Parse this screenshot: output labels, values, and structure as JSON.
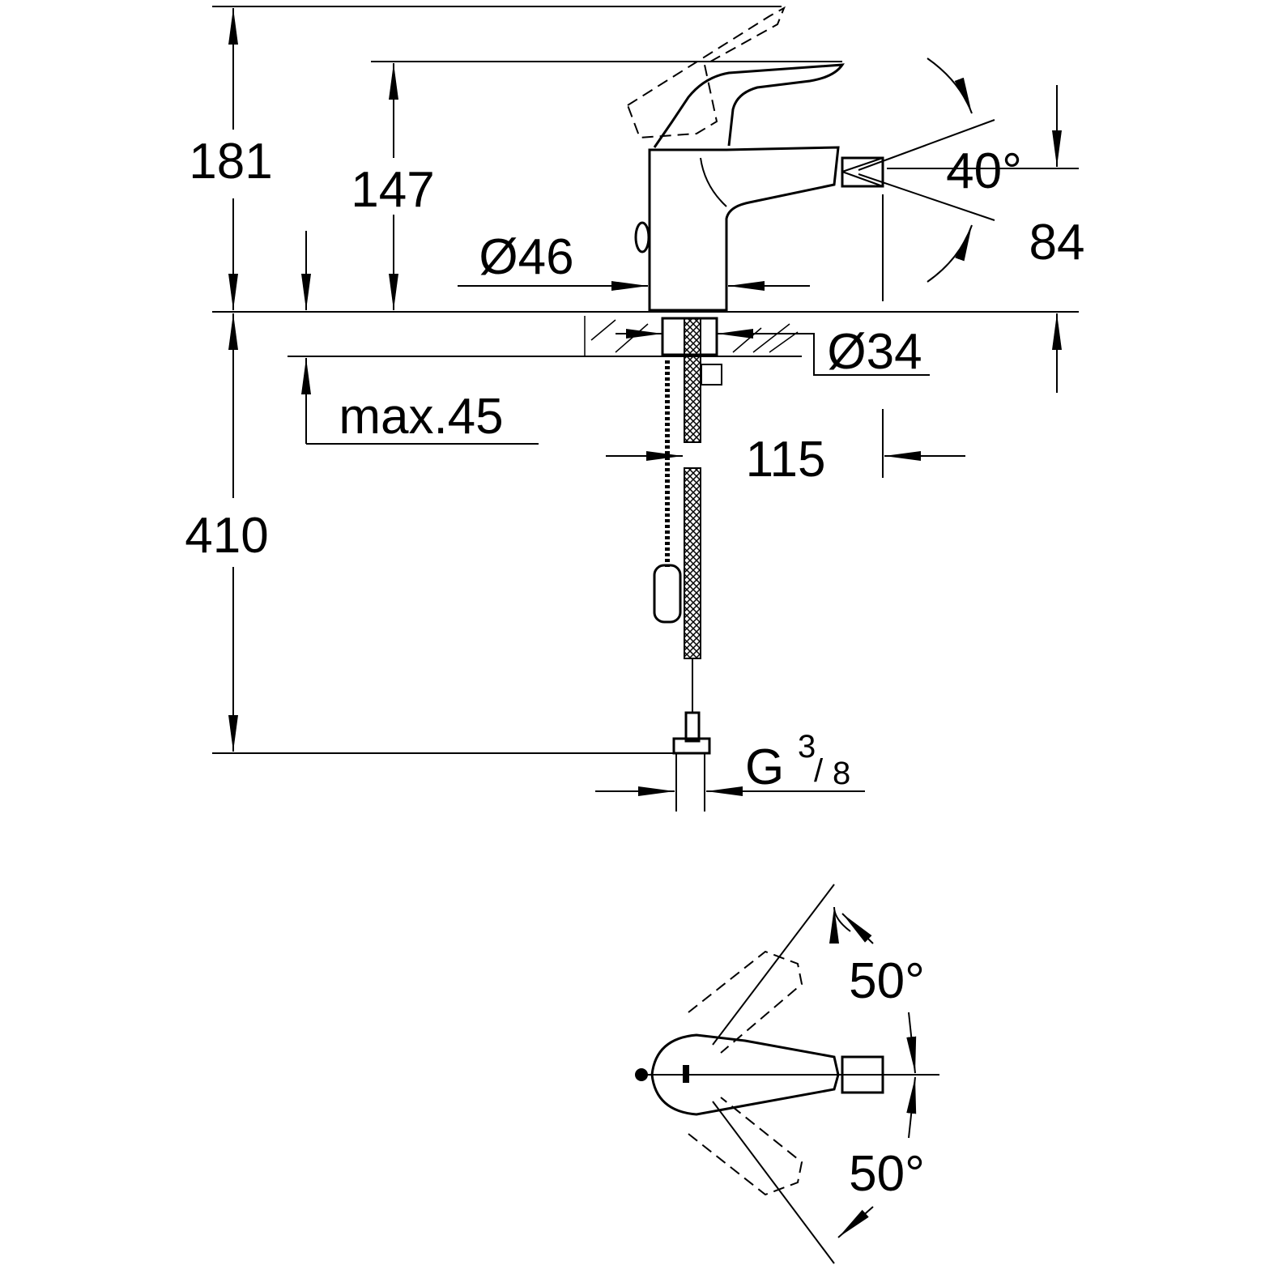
{
  "dimensions": {
    "total_height": "181",
    "spout_height": "147",
    "body_diameter": "Ø46",
    "spray_angle": "40°",
    "outlet_height": "84",
    "hole_diameter": "Ø34",
    "max_deck_thickness": "max.45",
    "spout_reach": "115",
    "hose_length": "410",
    "connection_thread": "G",
    "thread_numerator": "3",
    "thread_slash": "/",
    "thread_denominator": "8",
    "lever_angle_left": "50°",
    "lever_angle_right": "50°"
  }
}
